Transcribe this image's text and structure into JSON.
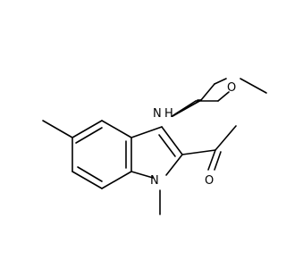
{
  "molecule": {
    "labels": {
      "amide_nitrogen": "N",
      "amide_hydrogen": "H",
      "ring_nitrogen": "N",
      "ether_oxygen": "O",
      "carbonyl_oxygen": "O"
    },
    "colors": {
      "bond": "#000000",
      "label": "#000000",
      "background": "#ffffff"
    }
  }
}
